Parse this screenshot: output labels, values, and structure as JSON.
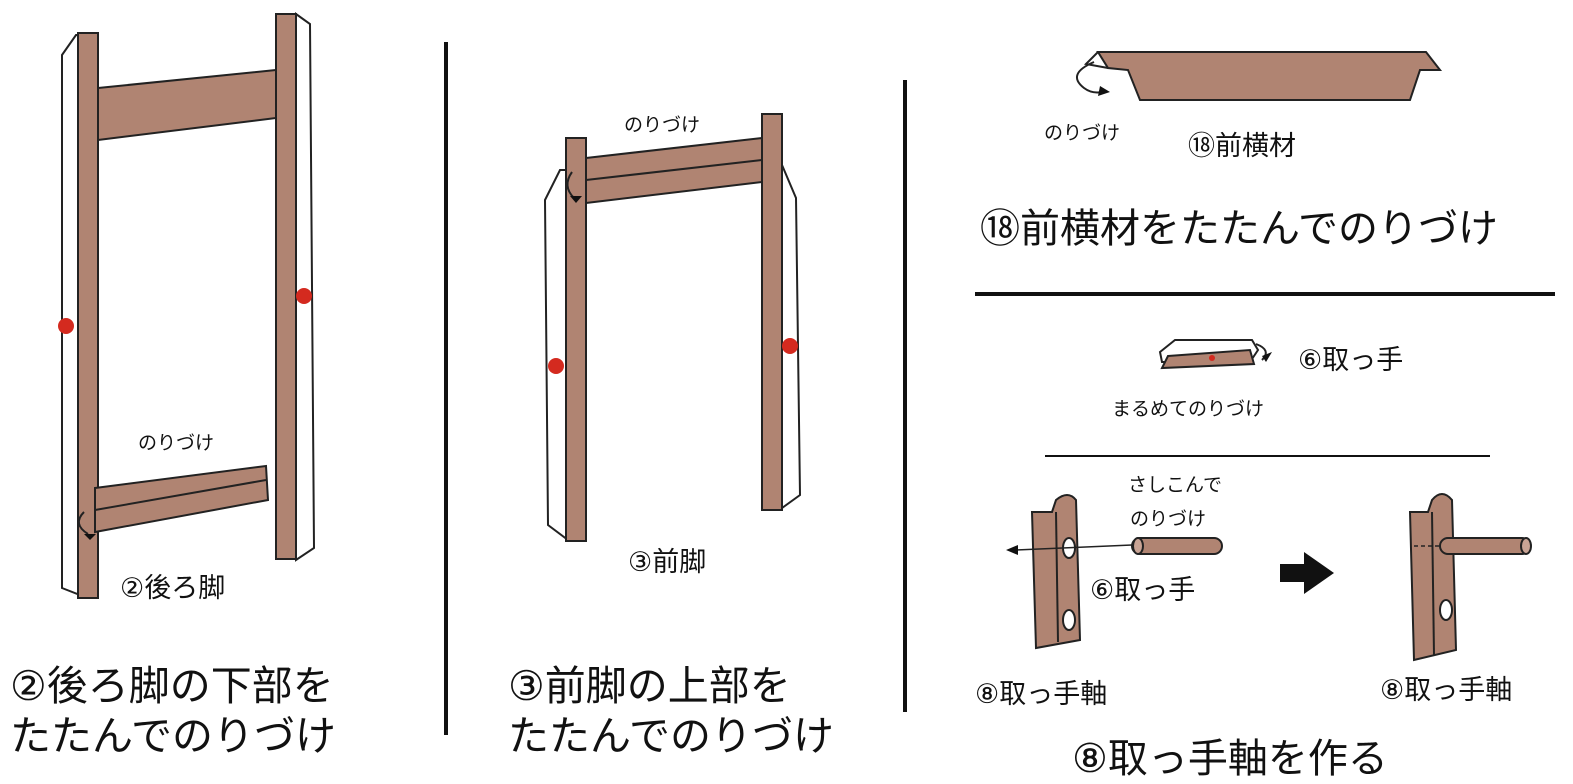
{
  "panel_left": {
    "glue_label": "のりづけ",
    "part_label": "②後ろ脚",
    "caption_line1": "②後ろ脚の下部を",
    "caption_line2": "たたんでのりづけ"
  },
  "panel_middle": {
    "glue_label": "のりづけ",
    "part_label": "③前脚",
    "caption_line1": "③前脚の上部を",
    "caption_line2": "たたんでのりづけ"
  },
  "panel_right": {
    "top_glue_label": "のりづけ",
    "top_part_label": "⑱前横材",
    "top_caption": "⑱前横材をたたんでのりづけ",
    "handle_label": "⑥取っ手",
    "handle_instruction": "まるめてのりづけ",
    "insert_instruction_line1": "さしこんで",
    "insert_instruction_line2": "のりづけ",
    "handle_label_lower": "⑥取っ手",
    "axis_label_left": "⑧取っ手軸",
    "axis_label_right": "⑧取っ手軸",
    "bottom_caption": "⑧取っ手軸を作る"
  },
  "colors": {
    "wood": "#b08472",
    "marker": "#d42a1f",
    "ink": "#111111"
  }
}
